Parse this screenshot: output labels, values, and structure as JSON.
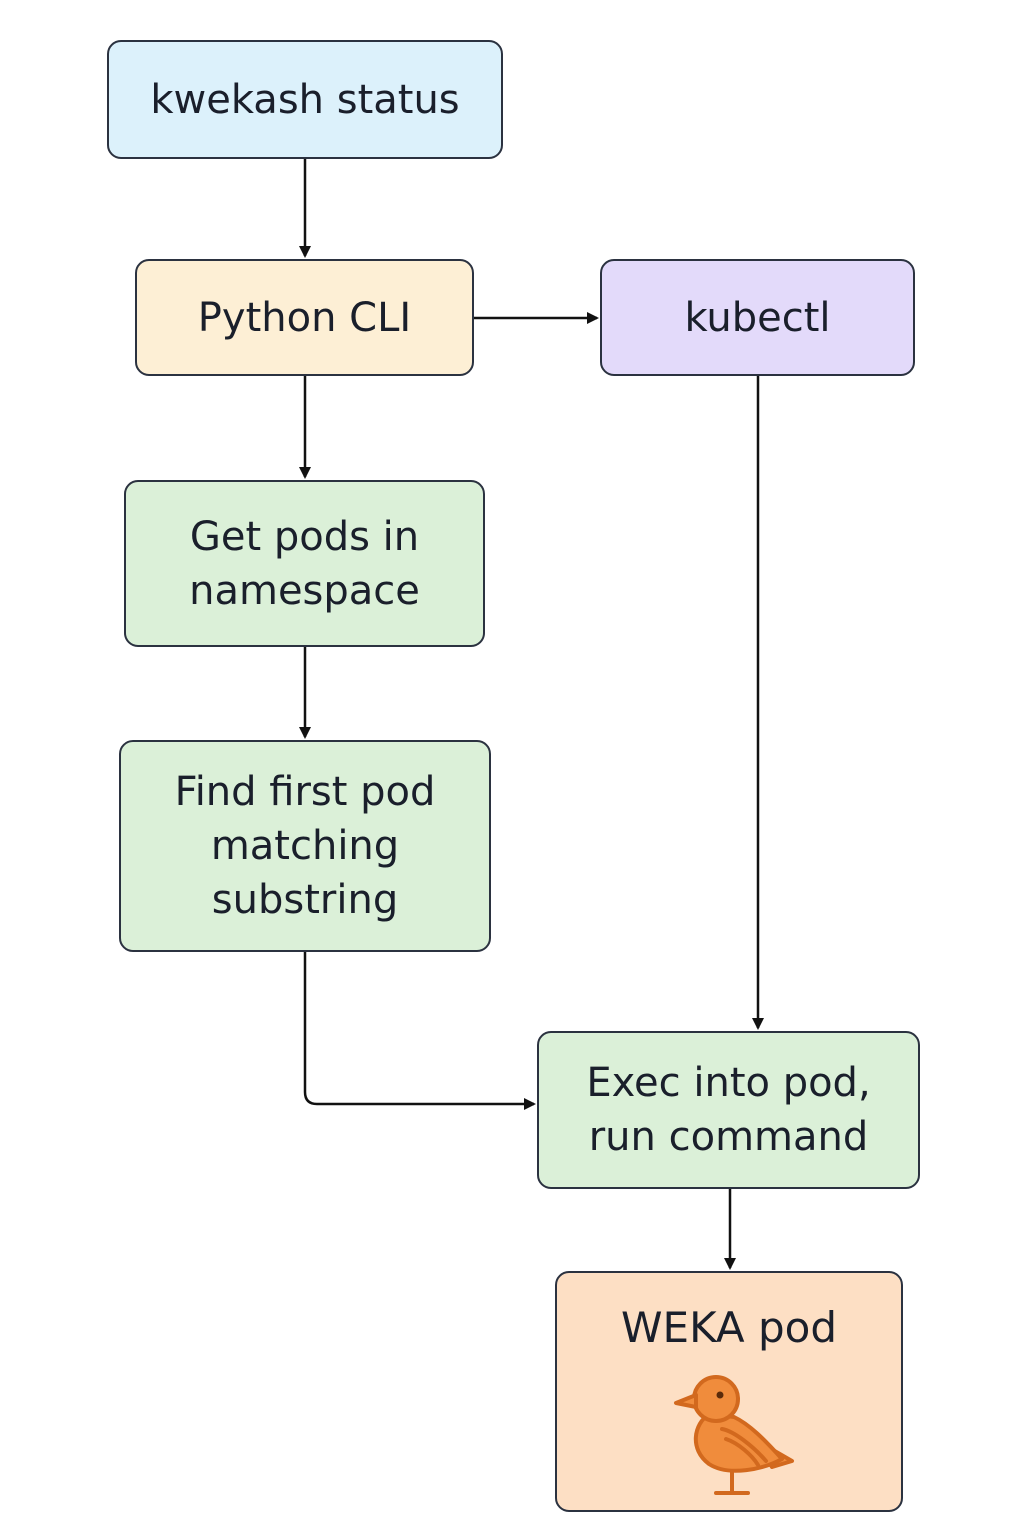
{
  "nodes": {
    "kwekash_status": "kwekash status",
    "python_cli": "Python CLI",
    "kubectl": "kubectl",
    "get_pods": "Get pods in\nnamespace",
    "find_pod": "Find first pod\nmatching\nsubstring",
    "exec_pod": "Exec into pod,\nrun command",
    "weka_pod": "WEKA pod"
  },
  "colors": {
    "status_fill": "#dcf1fb",
    "python_fill": "#fdefd5",
    "kubectl_fill": "#e3dafa",
    "green_fill": "#dbf0d8",
    "weka_fill": "#fddfc4",
    "border": "#2b3240",
    "bird": "#f08c3c"
  },
  "icons": {
    "weka_pod_icon": "bird-icon"
  }
}
